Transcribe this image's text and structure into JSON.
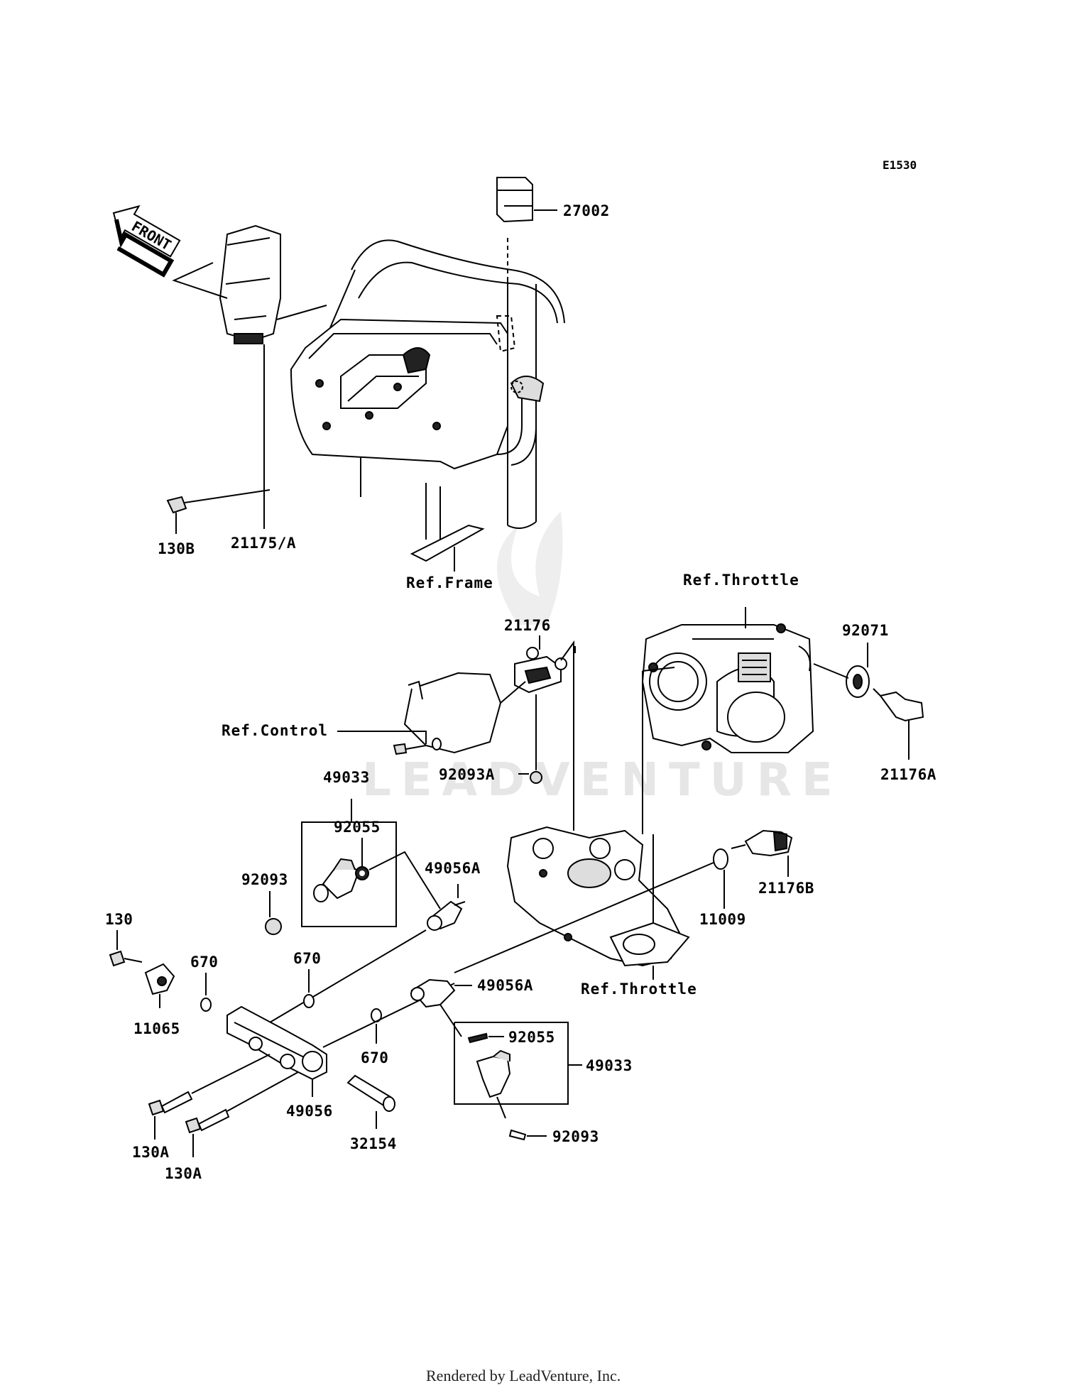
{
  "diagram": {
    "code": "E1530",
    "front_label": "FRONT",
    "watermark": "LEADVENTURE",
    "footer": "Rendered by LeadVenture, Inc."
  },
  "refs": {
    "frame": "Ref.Frame",
    "throttle_top": "Ref.Throttle",
    "throttle_bottom": "Ref.Throttle",
    "control": "Ref.Control"
  },
  "parts": {
    "p27002": "27002",
    "p130B": "130B",
    "p21175A": "21175/A",
    "p21176": "21176",
    "p92093A": "92093A",
    "p92071": "92071",
    "p21176A": "21176A",
    "p49033_top": "49033",
    "p92055_top": "92055",
    "p92093_top": "92093",
    "p49056A_top": "49056A",
    "p21176B": "21176B",
    "p11009": "11009",
    "p130": "130",
    "p670_left": "670",
    "p670_mid": "670",
    "p670_low": "670",
    "p11065": "11065",
    "p49056A_mid": "49056A",
    "p92055_bot": "92055",
    "p49033_bot": "49033",
    "p92093_bot": "92093",
    "p49056": "49056",
    "p32154": "32154",
    "p130A_1": "130A",
    "p130A_2": "130A"
  }
}
